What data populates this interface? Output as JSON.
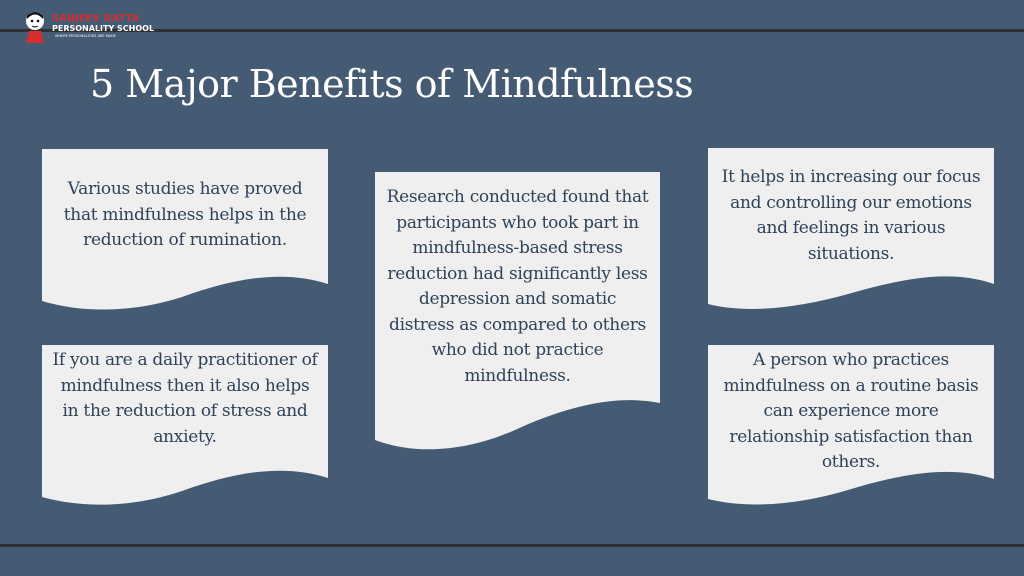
{
  "logo": {
    "brand_name": "SANJEEV DATTA",
    "brand_sub": "PERSONALITY SCHOOL",
    "tagline": "WHERE PERSONALITIES ARE MADE"
  },
  "title": "5 Major Benefits of Mindfulness",
  "cards": {
    "c1": "Various studies have proved that mindfulness helps in the reduction of rumination.",
    "c2": "If you are a daily practitioner of mindfulness then it also helps in the reduction of stress and anxiety.",
    "c3": "Research conducted found that participants who took part in mindfulness-based stress reduction had significantly less depression and somatic distress as compared to others who did not practice mindfulness.",
    "c4": "It helps in increasing our focus and controlling our emotions and feelings in various situations.",
    "c5": "A person who practices mindfulness on a routine basis can experience more relationship satisfaction than others."
  },
  "colors": {
    "background": "#455b73",
    "card": "#efefef",
    "card_text": "#2e4258",
    "title": "#ffffff",
    "logo_red": "#d32f2f"
  }
}
